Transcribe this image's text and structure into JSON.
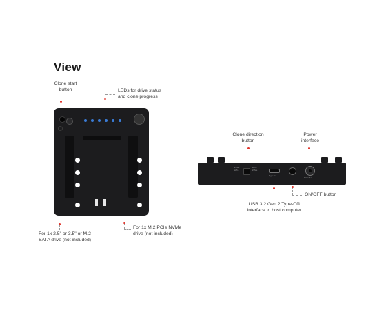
{
  "title": "View",
  "callouts": {
    "clone_start": [
      "Clone start",
      "button"
    ],
    "leds": [
      "LEDs for drive status",
      "and clone progress"
    ],
    "sata_drive": [
      "For 1x 2.5\" or 3.5\" or M.2",
      "SATA drive (not included)"
    ],
    "nvme_drive": [
      "For 1x M.2 PCIe NVMe",
      "drive (not included)"
    ],
    "clone_direction": [
      "Clone direction",
      "button"
    ],
    "power_interface": [
      "Power",
      "interface"
    ],
    "on_off": [
      "ON/OFF button"
    ],
    "usb": [
      "USB 3.2 Gen 2 Type-C®",
      "interface to host computer"
    ]
  },
  "accent_color": "#e0332a",
  "device_color": "#1c1c1e"
}
